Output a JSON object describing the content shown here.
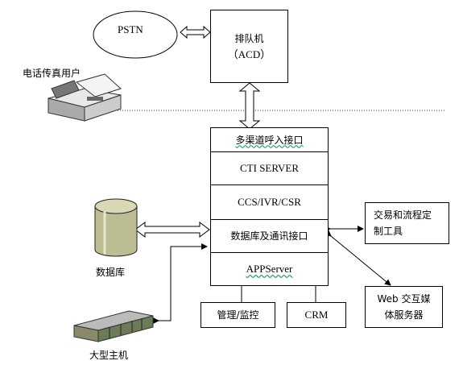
{
  "nodes": {
    "pstn": "PSTN",
    "acd_line1": "排队机",
    "acd_line2": "（ACD）",
    "fax_user": "电话传真用户",
    "multichannel": "多渠道呼入接口",
    "cti_server": "CTI SERVER",
    "ccs": "CCS/IVR/CSR",
    "db_interface": "数据库及通讯接口",
    "app_server": "APPServer",
    "database": "数据库",
    "mainframe": "大型主机",
    "management": "管理/监控",
    "crm": "CRM",
    "tx_tool_line1": "交易和流程定",
    "tx_tool_line2": "制工具",
    "web_line1": "Web 交互媒",
    "web_line2": "体服务器"
  }
}
